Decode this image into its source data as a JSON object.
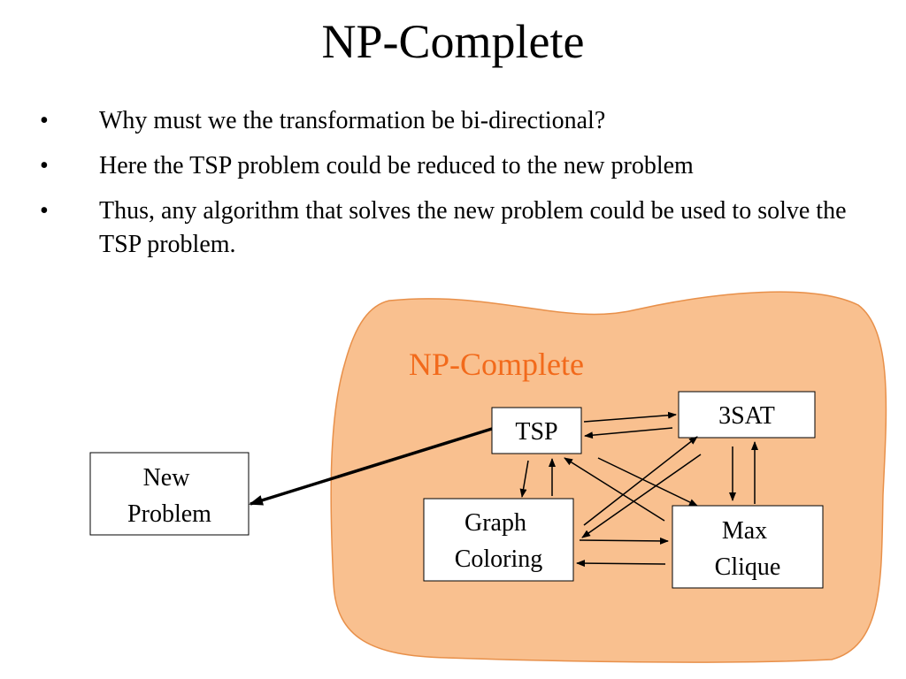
{
  "slide": {
    "title": "NP-Complete",
    "bullets": [
      {
        "marker": "•",
        "text": "Why must we the transformation be bi-directional?"
      },
      {
        "marker": "•",
        "text": "Here the TSP problem could be reduced to the new problem"
      },
      {
        "marker": "•",
        "text": "Thus, any algorithm that solves the new problem could be used to solve the TSP problem."
      }
    ]
  },
  "diagram": {
    "region_label": "NP-Complete",
    "region_color": "#F9C08F",
    "region_label_color": "#F26A1B",
    "nodes": {
      "tsp": [
        "TSP"
      ],
      "sat": [
        "3SAT"
      ],
      "graph_coloring": [
        "Graph",
        "Coloring"
      ],
      "max_clique": [
        "Max",
        "Clique"
      ],
      "new_problem": [
        "New",
        "Problem"
      ]
    }
  }
}
